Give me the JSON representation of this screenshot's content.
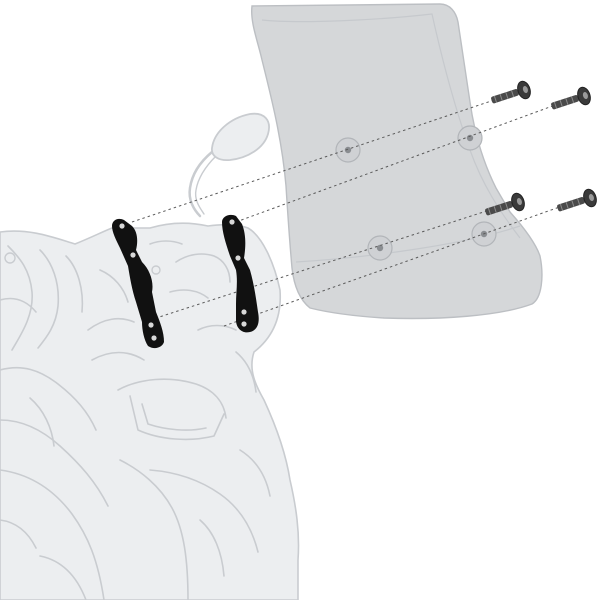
{
  "figure": {
    "background": "#ffffff",
    "colors": {
      "windscreen_fill": "#d3d5d8",
      "windscreen_edge": "#b9bcc0",
      "bike_fill": "#eceef0",
      "bike_line": "#c9ccd0",
      "bracket": "#111111",
      "screw_head": "#3a3a3a",
      "guide_line": "#5a5a5a"
    },
    "parts": {
      "windscreen": "windscreen",
      "motorcycle": "motorcycle-front",
      "mirror": "mirror",
      "brackets": [
        "left-bracket",
        "right-bracket"
      ],
      "screws": [
        "screw",
        "screw",
        "screw",
        "screw"
      ]
    }
  }
}
